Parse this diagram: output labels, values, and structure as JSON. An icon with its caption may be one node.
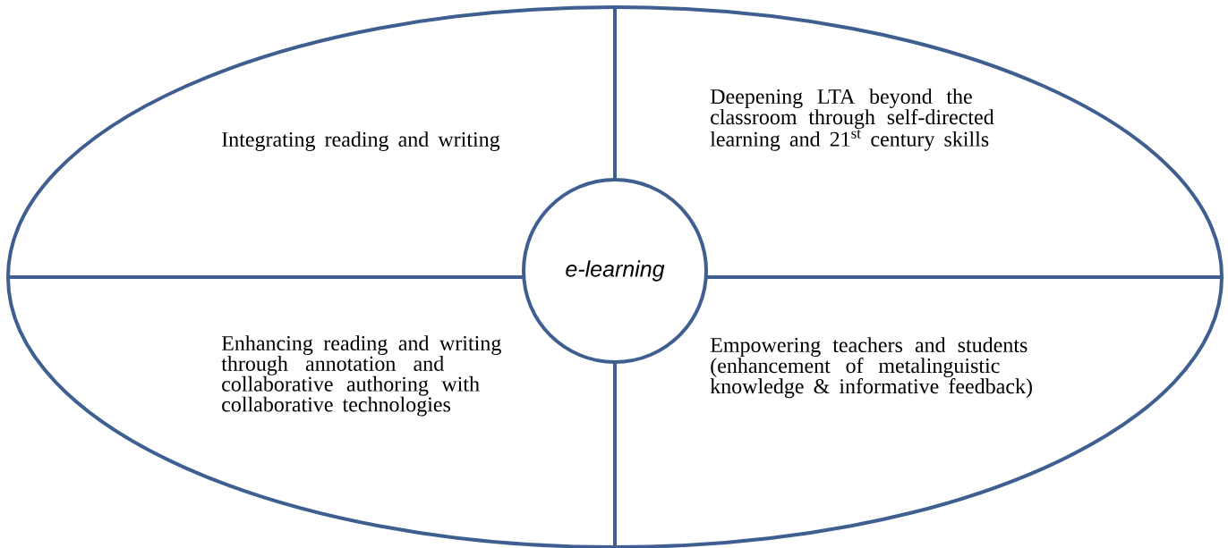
{
  "diagram": {
    "nodes": [
      {
        "text": [],
        "shape": "ellipse"
      },
      {
        "text": [
          "Integrating reading and writing"
        ],
        "in": 0
      },
      {
        "text": [
          "Deepening LTA beyond the classroom through self-directed learning and 21$^{st}$ century skills"
        ],
        "in": 0
      },
      {
        "text": [
          "e-learning"
        ],
        "in": 0
      },
      {
        "text": [
          "Enhancing reading and writing through annotation and collaborative authoring with collaborative technologies"
        ],
        "in": 0
      },
      {
        "text": [
          "Empowering teachers and students (enhancement of metalinguistic knowledge & informative feedback)"
        ],
        "in": 0
      }
    ]
  }
}
